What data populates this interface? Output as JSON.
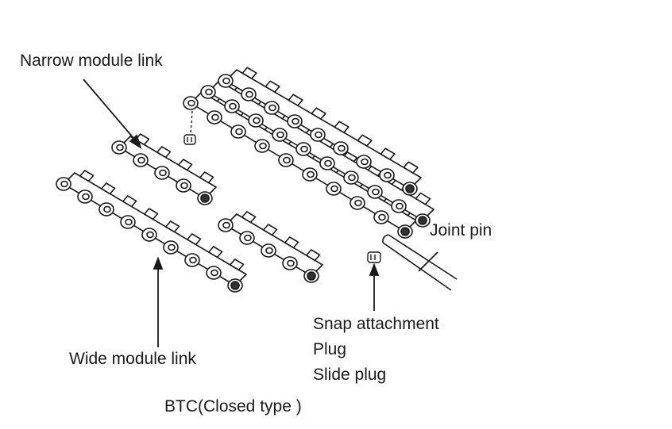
{
  "labels": {
    "narrow_module_link": "Narrow module link",
    "joint_pin": "Joint pin",
    "snap_attachment": "Snap attachment",
    "plug": "Plug",
    "slide_plug": "Slide plug",
    "wide_module_link": "Wide module link"
  },
  "caption": "BTC(Closed type )",
  "colors": {
    "line": "#1a1a1a",
    "fill": "#ffffff"
  }
}
